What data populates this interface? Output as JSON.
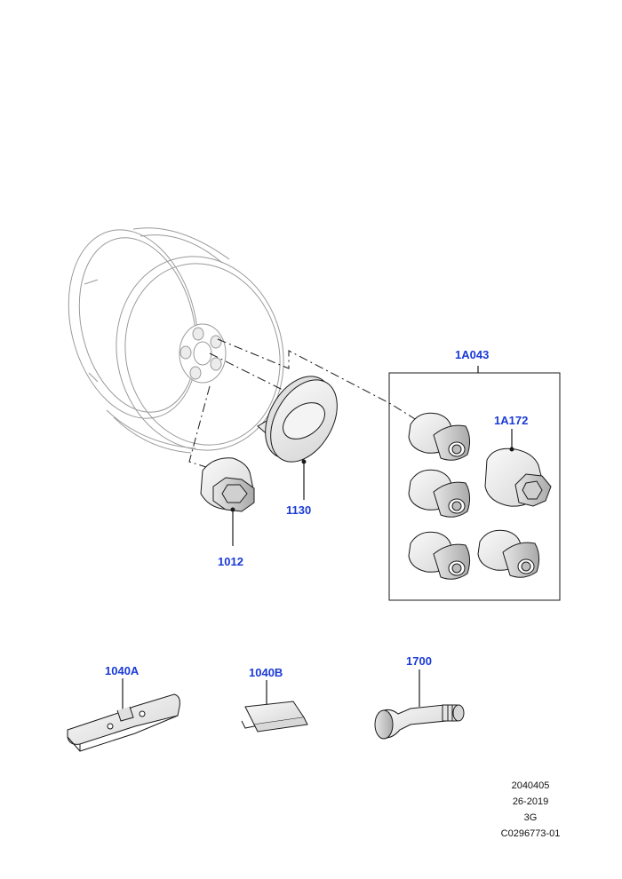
{
  "callouts": {
    "part_1A043": "1A043",
    "part_1A172": "1A172",
    "part_1130": "1130",
    "part_1012": "1012",
    "part_1040A": "1040A",
    "part_1040B": "1040B",
    "part_1700": "1700"
  },
  "reference": {
    "line1": "2040405",
    "line2": "26-2019",
    "line3": "3G",
    "line4": "C0296773-01"
  },
  "colors": {
    "callout_text": "#1a3ad6",
    "line_art": "#1a1a1a",
    "wheel_outline": "#9a9a9a",
    "part_fill": "#f2f2f2"
  }
}
